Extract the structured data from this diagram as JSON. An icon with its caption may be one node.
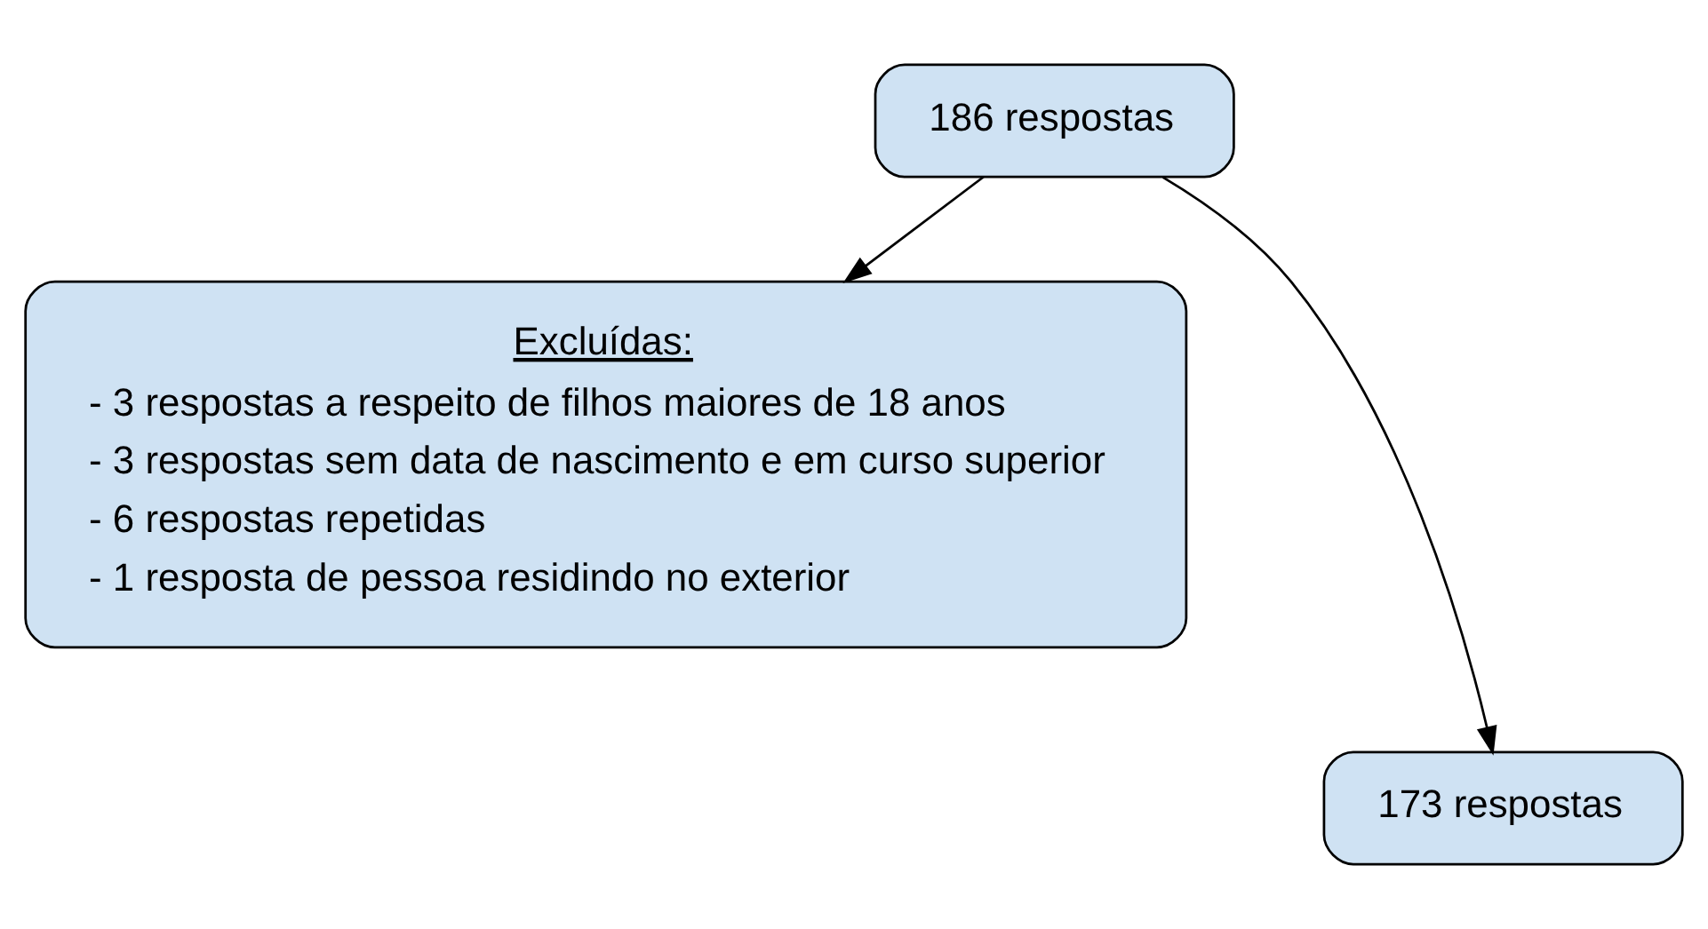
{
  "diagram": {
    "nodes": [
      {
        "text": [
          "186 respostas"
        ]
      },
      {
        "text": [
          "Excluídas:",
          "- 3 respostas a respeito de filhos maiores de 18 anos",
          "- 3 respostas sem data de nascimento e em curso superior",
          "- 6 respostas repetidas",
          "- 1 resposta de pessoa residindo no exterior"
        ]
      },
      {
        "text": [
          "173 respostas"
        ]
      }
    ],
    "edges": [
      {
        "from": 0,
        "to": 2,
        "arrow": "to"
      },
      {
        "from": 0,
        "to": 1,
        "arrow": "to"
      }
    ]
  }
}
